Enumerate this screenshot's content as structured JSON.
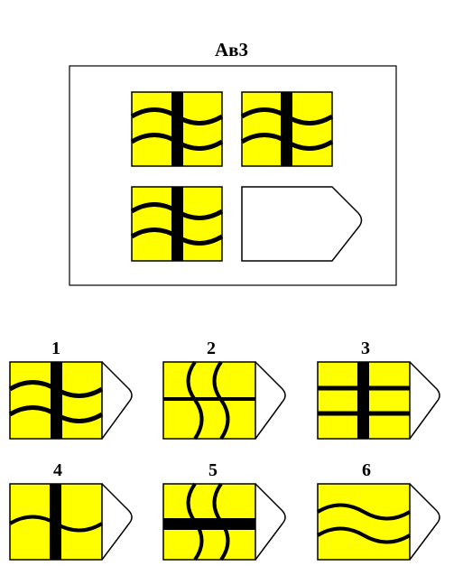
{
  "puzzle": {
    "title": "Ав3",
    "fill_color": "#ffff00",
    "stroke_color": "#000000"
  },
  "options": [
    {
      "label": "1"
    },
    {
      "label": "2"
    },
    {
      "label": "3"
    },
    {
      "label": "4"
    },
    {
      "label": "5"
    },
    {
      "label": "6"
    }
  ]
}
